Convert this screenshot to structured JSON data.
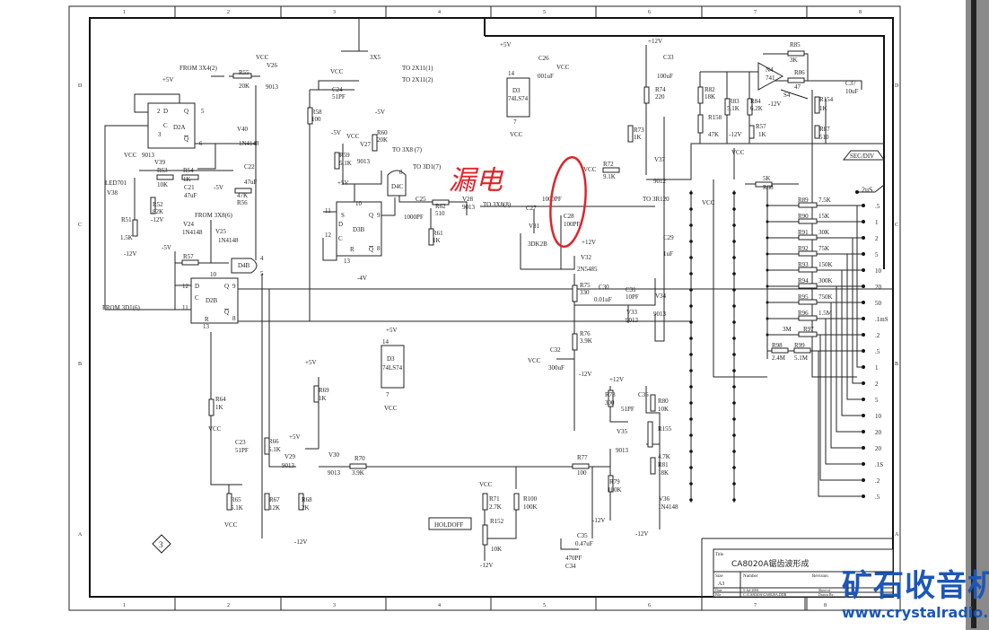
{
  "border": {
    "cols": [
      "1",
      "2",
      "3",
      "4",
      "5",
      "6",
      "7",
      "8"
    ],
    "rows": [
      "D",
      "C",
      "B",
      "A"
    ]
  },
  "labels": {
    "from_3x4_2": "FROM 3X4(2)",
    "r55": "R55",
    "r55v": "20K",
    "v26": "V26",
    "v26t": "9013",
    "vcc1": "VCC",
    "p5v1": "+5V",
    "d2a": "D2A",
    "d2a_d": "D",
    "d2a_c": "C",
    "d2a_q": "Q",
    "d2a_qn": "Q",
    "p2": "2",
    "p3": "3",
    "p5": "5",
    "p6": "6",
    "v40": "V40",
    "v40t": "1N4148",
    "v39": "V39",
    "v39t": "9013",
    "vcc2": "VCC",
    "led": "LED701",
    "v38": "V38",
    "r53": "R53",
    "r53v": "10K",
    "r54": "R54",
    "r54v": "1K",
    "c21": "C21",
    "c21v": "47uF",
    "c22": "C22",
    "c22v": "47uF",
    "m5v1": "-5V",
    "r56": "R56",
    "r56v": "47K",
    "r52": "R52",
    "r52v": "82K",
    "m12v1": "-12V",
    "r51": "R51",
    "r51v": "1.5K",
    "m12v2": "-12V",
    "from_3x8_6": "FROM 3X8(6)",
    "v24": "V24",
    "v24t": "1N4148",
    "v25": "V25",
    "v25t": "1N4148",
    "m5v2": "-5V",
    "r57": "R57",
    "d4b": "D4B",
    "p4": "4",
    "p5b": "5",
    "d2b": "D2B",
    "d2b_d": "D",
    "d2b_c": "C",
    "d2b_q": "Q",
    "d2b_qn": "Q",
    "d2b_r": "R",
    "p12": "12",
    "p11": "11",
    "p9": "9",
    "p8": "8",
    "p10": "10",
    "p13": "13",
    "from_3d1_6": "FROM 3D1(6)",
    "x35": "3X5",
    "vcc3": "VCC",
    "to_2x11_1": "TO 2X11(1)",
    "to_2x11_2": "TO 2X11(2)",
    "c24": "C24",
    "c24v": "51PF",
    "r58": "R58",
    "r58v": "100",
    "m5v3": "-5V",
    "r60": "R60",
    "r60v": "20K",
    "m5v4": "-5V",
    "v27": "V27",
    "v27t": "9013",
    "vcc4": "VCC",
    "r59": "R59",
    "r59v": "5.1K",
    "p5v2": "+5V",
    "to_3x8_7": "TO 3X8 (7)",
    "to_3d": "TO 3D1(7)",
    "d4c": "D4C",
    "d4c8": "8",
    "d3b": "D3B",
    "d3b_s": "S",
    "d3b_d": "D",
    "d3b_c": "C",
    "d3b_r": "R",
    "d3b_q": "Q",
    "d3b_qn": "Q",
    "d3b10": "10",
    "d3b11": "11",
    "d3b12": "12",
    "d3b13": "13",
    "d3b9": "9",
    "d3b8": "8",
    "m4v": "-4V",
    "c25": "C25",
    "c25v": "1000PF",
    "r62": "R62",
    "r62v": "510",
    "v28": "V28",
    "v28t": "9013",
    "to_3x8_8": "TO 3X8(8)",
    "r61": "R61",
    "r61v": "1K",
    "p5v3": "+5V",
    "d3_14": "14",
    "d3": "D3",
    "d3t": "74LS74",
    "d3_7": "7",
    "vcc5": "VCC",
    "c26": "C26",
    "c26v": "001uF",
    "vcc6": "VCC",
    "c27": "C27",
    "c27v": "1000PF",
    "c28": "C28",
    "c28v": "100PF",
    "v31": "V31",
    "v31t": "3DK2B",
    "v32": "V32",
    "v32t": "2N5485",
    "p12v1": "+12V",
    "r75": "R75",
    "r75v": "330",
    "c30": "C30",
    "c30v": "0.01uF",
    "c31": "C31",
    "c31v": "10PF",
    "v34": "V34",
    "v34t": "9013",
    "v33": "V33",
    "v33t": "9013",
    "r76": "R76",
    "r76v": "3.9K",
    "c32": "C32",
    "c32v": "300uF",
    "m12v3": "-12V",
    "vcc7": "VCC",
    "p12v2": "+12V",
    "c33": "C33",
    "c33v": "100uF",
    "r74": "R74",
    "r74v": "220",
    "r73": "R73",
    "r73v": "1K",
    "v37": "V37",
    "v37t": "9012",
    "r72": "R72",
    "r72v": "9.1K",
    "vcc8": "VCC",
    "to_3r120": "TO 3R120",
    "c29": "C29",
    "c29v": "1uF",
    "r82": "R82",
    "r82v": "18K",
    "r83": "R83",
    "r83v": "5.1K",
    "r84": "R84",
    "r84v": "6.2K",
    "r158": "R158",
    "r158v": "47K",
    "m12v4": "-12V",
    "r57b": "R57",
    "r57bv": "1K",
    "r85": "R85",
    "r85v": "3K",
    "r86": "R86",
    "r86v": "47",
    "u741": "741",
    "n4": "N4",
    "s4": "S4",
    "m12v5": "-12V",
    "r154": "R154",
    "r154v": "1K",
    "c37": "C37",
    "c37v": "10uF",
    "r87": "R87",
    "r87v": "510",
    "secdiv": "SEC/DIV",
    "vcc9": "VCC",
    "r88v": "5K",
    "r88": "R88",
    "vcc10": "VCC",
    "r64": "R64",
    "r64v": "1K",
    "vcc11": "VCC",
    "c23": "C23",
    "c23v": "51PF",
    "r65": "R65",
    "r65v": "5.1K",
    "vcc12": "VCC",
    "r66": "R66",
    "r66v": "5.1K",
    "v29": "V29",
    "v29t": "9013",
    "p5v4": "+5V",
    "r67": "R67",
    "r67v": "12K",
    "r68": "R68",
    "r68v": "2K",
    "m12v6": "-12V",
    "p5v5": "+5V",
    "r69": "R69",
    "r69v": "1K",
    "v30": "V30",
    "v30t": "9013",
    "r70": "R70",
    "r70v": "3.9K",
    "p5v6": "+5V",
    "d3c_14": "14",
    "d3c": "D3",
    "d3ct": "74LS74",
    "d3c_7": "7",
    "vcc13": "VCC",
    "holdoff": "HOLDOFF",
    "vcc14": "VCC",
    "r71": "R71",
    "r71v": "2.7K",
    "r152": "R152",
    "r152v": "10K",
    "m12v7": "-12V",
    "r100": "R100",
    "r100v": "100K",
    "c35": "C35",
    "c35v": "0.47uF",
    "c34v": "470PF",
    "c34": "C34",
    "r77": "R77",
    "r77v": "100",
    "r78": "R78",
    "r78v": "300",
    "p12v3": "+12V",
    "c36": "C36",
    "c36v": "51PF",
    "r80": "R80",
    "r80v": "10K",
    "v35": "V35",
    "v35t": "9013",
    "r155": "R155",
    "r79": "R79",
    "r79v": "100K",
    "m12v8": "-12V",
    "r81v": "4.7K",
    "r81": "R81",
    "r81b": "18K",
    "v36": "V36",
    "v36t": "1N4148",
    "m12v9": "-12V",
    "diamond": "3"
  },
  "annotation": {
    "handwritten": "漏电",
    "circle_mark": "0"
  },
  "timebase": {
    "top_label": "2uS",
    "resistors": [
      {
        "name": "R89",
        "value": "7.5K"
      },
      {
        "name": "R90",
        "value": "15K"
      },
      {
        "name": "R91",
        "value": "30K"
      },
      {
        "name": "R92",
        "value": "75K"
      },
      {
        "name": "R93",
        "value": "150K"
      },
      {
        "name": "R94",
        "value": "300K"
      },
      {
        "name": "R95",
        "value": "750K"
      },
      {
        "name": "R96",
        "value": "1.5M"
      },
      {
        "name": "R97",
        "value": "3M"
      }
    ],
    "r98": {
      "name": "R98",
      "value": "2.4M"
    },
    "r99": {
      "name": "R99",
      "value": "5.1M"
    },
    "positions": [
      ".5",
      "1",
      "2",
      "5",
      "10",
      "20",
      "50",
      ".1mS",
      ".2",
      ".5",
      "1",
      "2",
      "5",
      "10",
      "20",
      "20",
      ".1S",
      ".2",
      ".5"
    ]
  },
  "title_block": {
    "title_label": "Title",
    "title": "CA8020A锯齿波形成",
    "size_label": "Size",
    "size": "A3",
    "number_label": "Number",
    "revision_label": "Revision",
    "date_label": "Date",
    "date": "5-Jul-2006",
    "file_label": "File",
    "file": "C:\\CA8020A\\CA8020A.DDB",
    "sheet_label": "Sheet of",
    "drawn_label": "Drawn By:"
  },
  "watermark": {
    "brand": "矿石收音机",
    "url": "www.crystalradio.cn"
  }
}
